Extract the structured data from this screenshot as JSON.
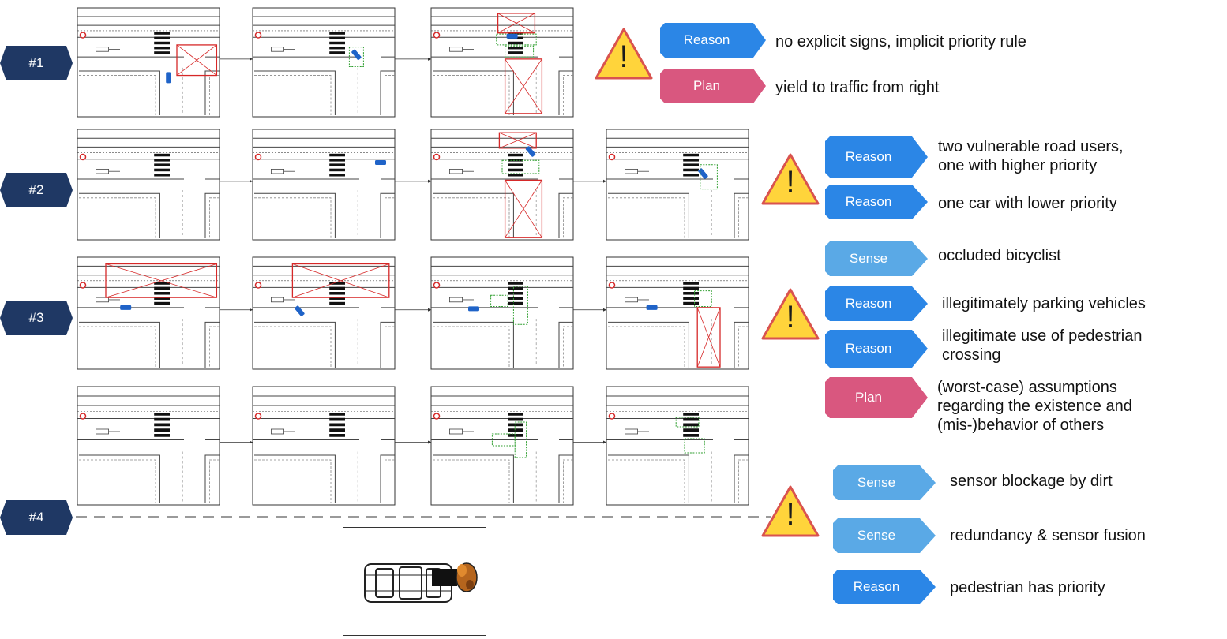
{
  "scenarios": [
    {
      "label": "#1"
    },
    {
      "label": "#2"
    },
    {
      "label": "#3"
    },
    {
      "label": "#4"
    }
  ],
  "colors": {
    "tag_navy": "#1f3864",
    "reason_blue": "#2b86e6",
    "sense_blue": "#5aa9e6",
    "plan_pink": "#d9577f",
    "warning_fill": "#ffd43b",
    "warning_stroke": "#d9534f",
    "hazard_red": "#d62828",
    "ego_green": "#2e9e2e",
    "car_blue": "#1f63c8"
  },
  "row1": {
    "items": [
      {
        "kind": "Reason",
        "text": "no explicit signs, implicit priority rule"
      },
      {
        "kind": "Plan",
        "text": "yield to traffic from right"
      }
    ],
    "warning": "!"
  },
  "row2": {
    "items": [
      {
        "kind": "Reason",
        "text_line1": "two vulnerable road users,",
        "text_line2": "one with higher priority"
      },
      {
        "kind": "Reason",
        "text": "one car with lower priority"
      }
    ],
    "warning": "!"
  },
  "row3": {
    "items": [
      {
        "kind": "Sense",
        "text": "occluded bicyclist"
      },
      {
        "kind": "Reason",
        "text": "illegitimately parking vehicles"
      },
      {
        "kind": "Reason",
        "text_line1": "illegitimate use of pedestrian",
        "text_line2": "crossing"
      },
      {
        "kind": "Plan",
        "text_line1": "(worst-case) assumptions",
        "text_line2": "regarding the existence and",
        "text_line3": "(mis-)behavior of others"
      }
    ],
    "warning": "!"
  },
  "row4": {
    "items": [
      {
        "kind": "Sense",
        "text": "sensor blockage by dirt"
      },
      {
        "kind": "Sense",
        "text": "redundancy & sensor fusion"
      },
      {
        "kind": "Reason",
        "text": "pedestrian has priority"
      }
    ],
    "warning": "!"
  }
}
